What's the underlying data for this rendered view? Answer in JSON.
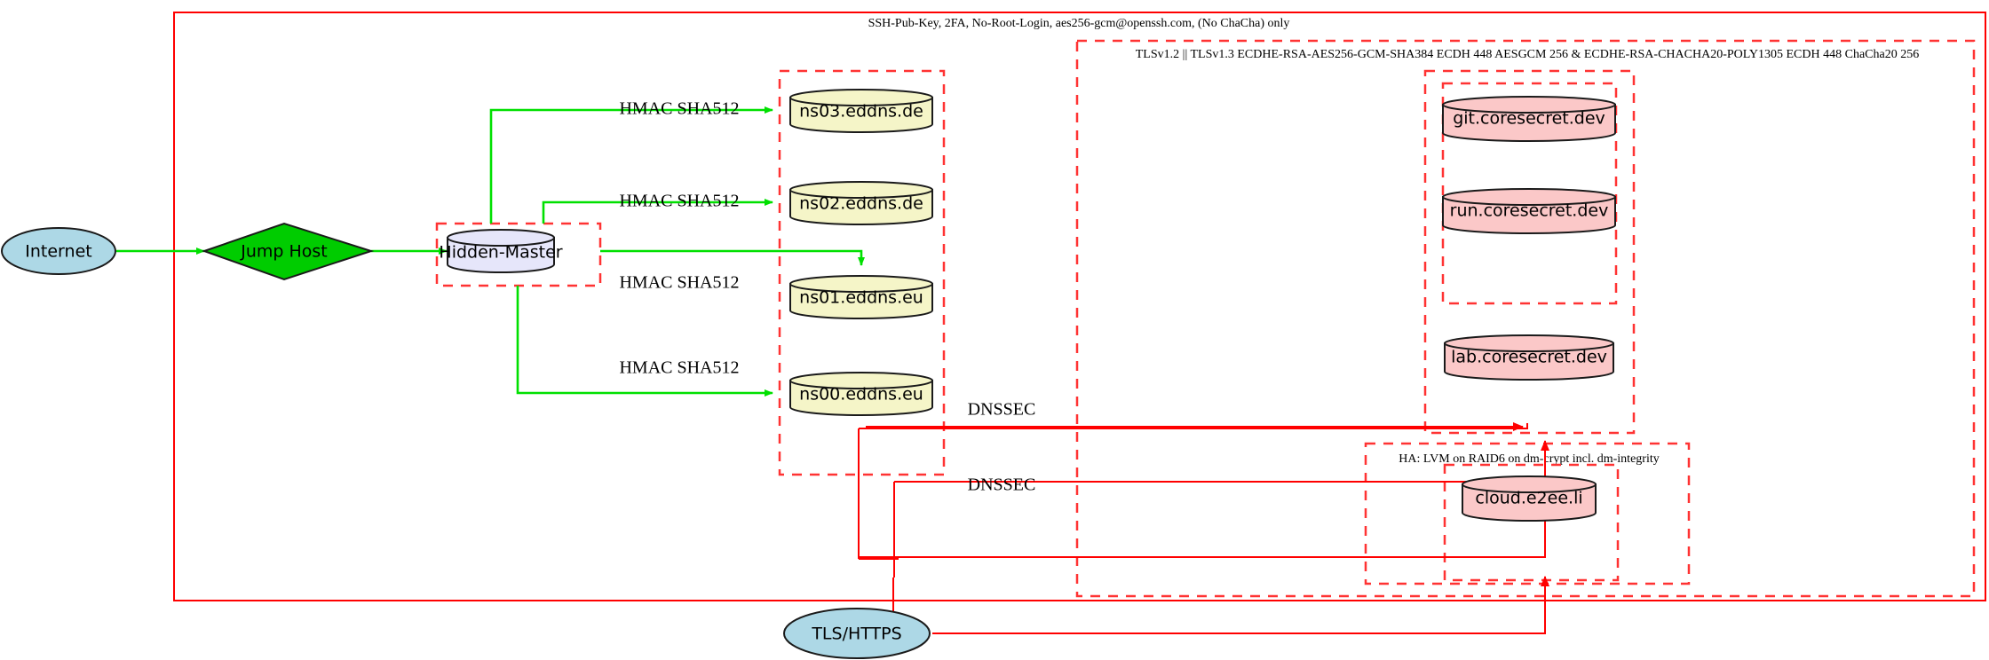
{
  "diagram": {
    "title_label": "SSH-Pub-Key, 2FA, No-Root-Login, aes256-gcm@openssh.com, (No ChaCha) only",
    "colors": {
      "outer_border": "#ff0000",
      "cluster_border": "#ff3333",
      "green_edge": "#00e000",
      "red_edge": "#ff0000",
      "internet_fill": "#add8e6",
      "jumphost_fill": "#00cc00",
      "hidden_master_fill": "#e6e6fa",
      "ns_fill": "#f5f5c8",
      "coresecret_fill": "#fbc8c8",
      "tls_node_fill": "#add8e6"
    },
    "clusters": {
      "ssh_outer": {
        "label": "SSH-Pub-Key, 2FA, No-Root-Login, aes256-gcm@openssh.com, (No ChaCha) only"
      },
      "tls_outer": {
        "label": "TLSv1.2 || TLSv1.3 ECDHE-RSA-AES256-GCM-SHA384 ECDH 448 AESGCM 256 & ECDHE-RSA-CHACHA20-POLY1305 ECDH 448 ChaCha20 256"
      },
      "ha_box": {
        "label": "HA: LVM on RAID6 on dm-crypt incl. dm-integrity"
      },
      "hidden_master_box": {
        "label": ""
      },
      "ns_box": {
        "label": ""
      },
      "coresecret_outer_box": {
        "label": ""
      },
      "coresecret_inner_box": {
        "label": ""
      },
      "cloud_box": {
        "label": ""
      }
    },
    "nodes": {
      "internet": {
        "label": "Internet",
        "shape": "ellipse",
        "fill": "#add8e6"
      },
      "jump_host": {
        "label": "Jump Host",
        "shape": "diamond",
        "fill": "#00cc00"
      },
      "hidden_master": {
        "label": "Hidden-Master",
        "shape": "cylinder",
        "fill": "#e6e6fa"
      },
      "ns03": {
        "label": "ns03.eddns.de",
        "shape": "cylinder",
        "fill": "#f5f5c8"
      },
      "ns02": {
        "label": "ns02.eddns.de",
        "shape": "cylinder",
        "fill": "#f5f5c8"
      },
      "ns01": {
        "label": "ns01.eddns.eu",
        "shape": "cylinder",
        "fill": "#f5f5c8"
      },
      "ns00": {
        "label": "ns00.eddns.eu",
        "shape": "cylinder",
        "fill": "#f5f5c8"
      },
      "git": {
        "label": "git.coresecret.dev",
        "shape": "cylinder",
        "fill": "#fbc8c8"
      },
      "run": {
        "label": "run.coresecret.dev",
        "shape": "cylinder",
        "fill": "#fbc8c8"
      },
      "lab": {
        "label": "lab.coresecret.dev",
        "shape": "cylinder",
        "fill": "#fbc8c8"
      },
      "cloud": {
        "label": "cloud.e2ee.li",
        "shape": "cylinder",
        "fill": "#fbc8c8"
      },
      "tls_https": {
        "label": "TLS/HTTPS",
        "shape": "ellipse",
        "fill": "#add8e6"
      }
    },
    "edge_labels": {
      "hmac_ns03": "HMAC SHA512",
      "hmac_ns02": "HMAC SHA512",
      "hmac_ns01": "HMAC SHA512",
      "hmac_ns00": "HMAC SHA512",
      "dnssec_upper": "DNSSEC",
      "dnssec_lower": "DNSSEC"
    }
  }
}
